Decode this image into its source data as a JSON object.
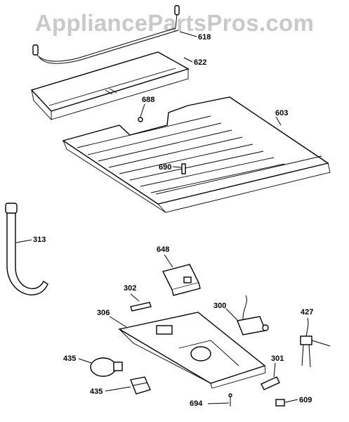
{
  "watermark": "AppliancePartsPros.com",
  "callouts": {
    "p618": "618",
    "p622": "622",
    "p688": "688",
    "p603": "603",
    "p690": "690",
    "p313": "313",
    "p648": "648",
    "p302": "302",
    "p306": "306",
    "p300": "300",
    "p427": "427",
    "p435a": "435",
    "p435b": "435",
    "p301": "301",
    "p609": "609",
    "p694": "694"
  }
}
